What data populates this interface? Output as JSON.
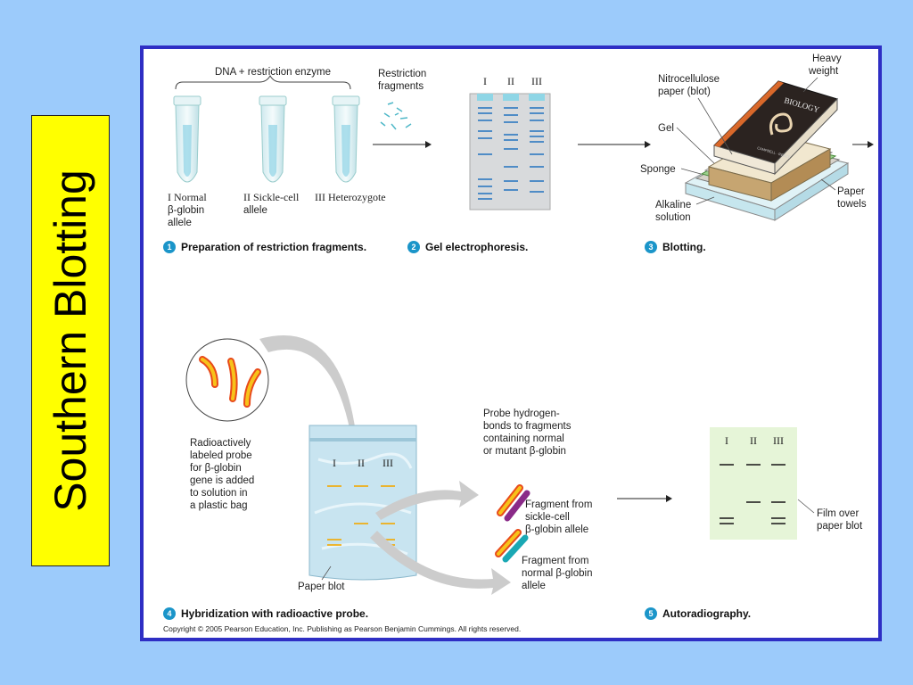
{
  "side_title": "Southern Blotting",
  "colors": {
    "background": "#9ccbfb",
    "title_box": "#ffff00",
    "panel_border": "#2e2ec4",
    "step_badge": "#1b95c9",
    "probe": "#f2a800",
    "band": "#2d79c0"
  },
  "step1": {
    "brace_label": "DNA + restriction enzyme",
    "fragments_label_1": "Restriction",
    "fragments_label_2": "fragments",
    "tube1_l1": "I Normal",
    "tube1_l2": "β-globin",
    "tube1_l3": "allele",
    "tube2_l1": "II Sickle-cell",
    "tube2_l2": "allele",
    "tube3_l1": "III Heterozygote",
    "number": "1",
    "caption": "Preparation of restriction fragments."
  },
  "step2": {
    "lanes": [
      "I",
      "II",
      "III"
    ],
    "number": "2",
    "caption": "Gel electrophoresis."
  },
  "step3": {
    "heavy_weight_1": "Heavy",
    "heavy_weight_2": "weight",
    "nitro_1": "Nitrocellulose",
    "nitro_2": "paper (blot)",
    "gel": "Gel",
    "sponge": "Sponge",
    "alkaline_1": "Alkaline",
    "alkaline_2": "solution",
    "paper_towels_1": "Paper",
    "paper_towels_2": "towels",
    "book_title": "BIOLOGY",
    "book_author": "CAMPBELL · REECE",
    "number": "3",
    "caption": "Blotting."
  },
  "step4": {
    "probe_text": [
      "Radioactively",
      "labeled probe",
      "for β-globin",
      "gene is added",
      "to solution in",
      "a plastic bag"
    ],
    "bag_lanes": [
      "I",
      "II",
      "III"
    ],
    "paper_blot": "Paper blot",
    "hbond_text": [
      "Probe hydrogen-",
      "bonds to fragments",
      "containing normal",
      "or mutant β-globin"
    ],
    "frag_sickle": [
      "Fragment from",
      "sickle-cell",
      "β-globin allele"
    ],
    "frag_normal": [
      "Fragment from",
      "normal β-globin",
      "allele"
    ],
    "number": "4",
    "caption": "Hybridization with radioactive probe."
  },
  "step5": {
    "lanes": [
      "I",
      "II",
      "III"
    ],
    "film_1": "Film over",
    "film_2": "paper blot",
    "number": "5",
    "caption": "Autoradiography."
  },
  "copyright": "Copyright © 2005 Pearson Education, Inc. Publishing as Pearson Benjamin Cummings. All rights reserved."
}
